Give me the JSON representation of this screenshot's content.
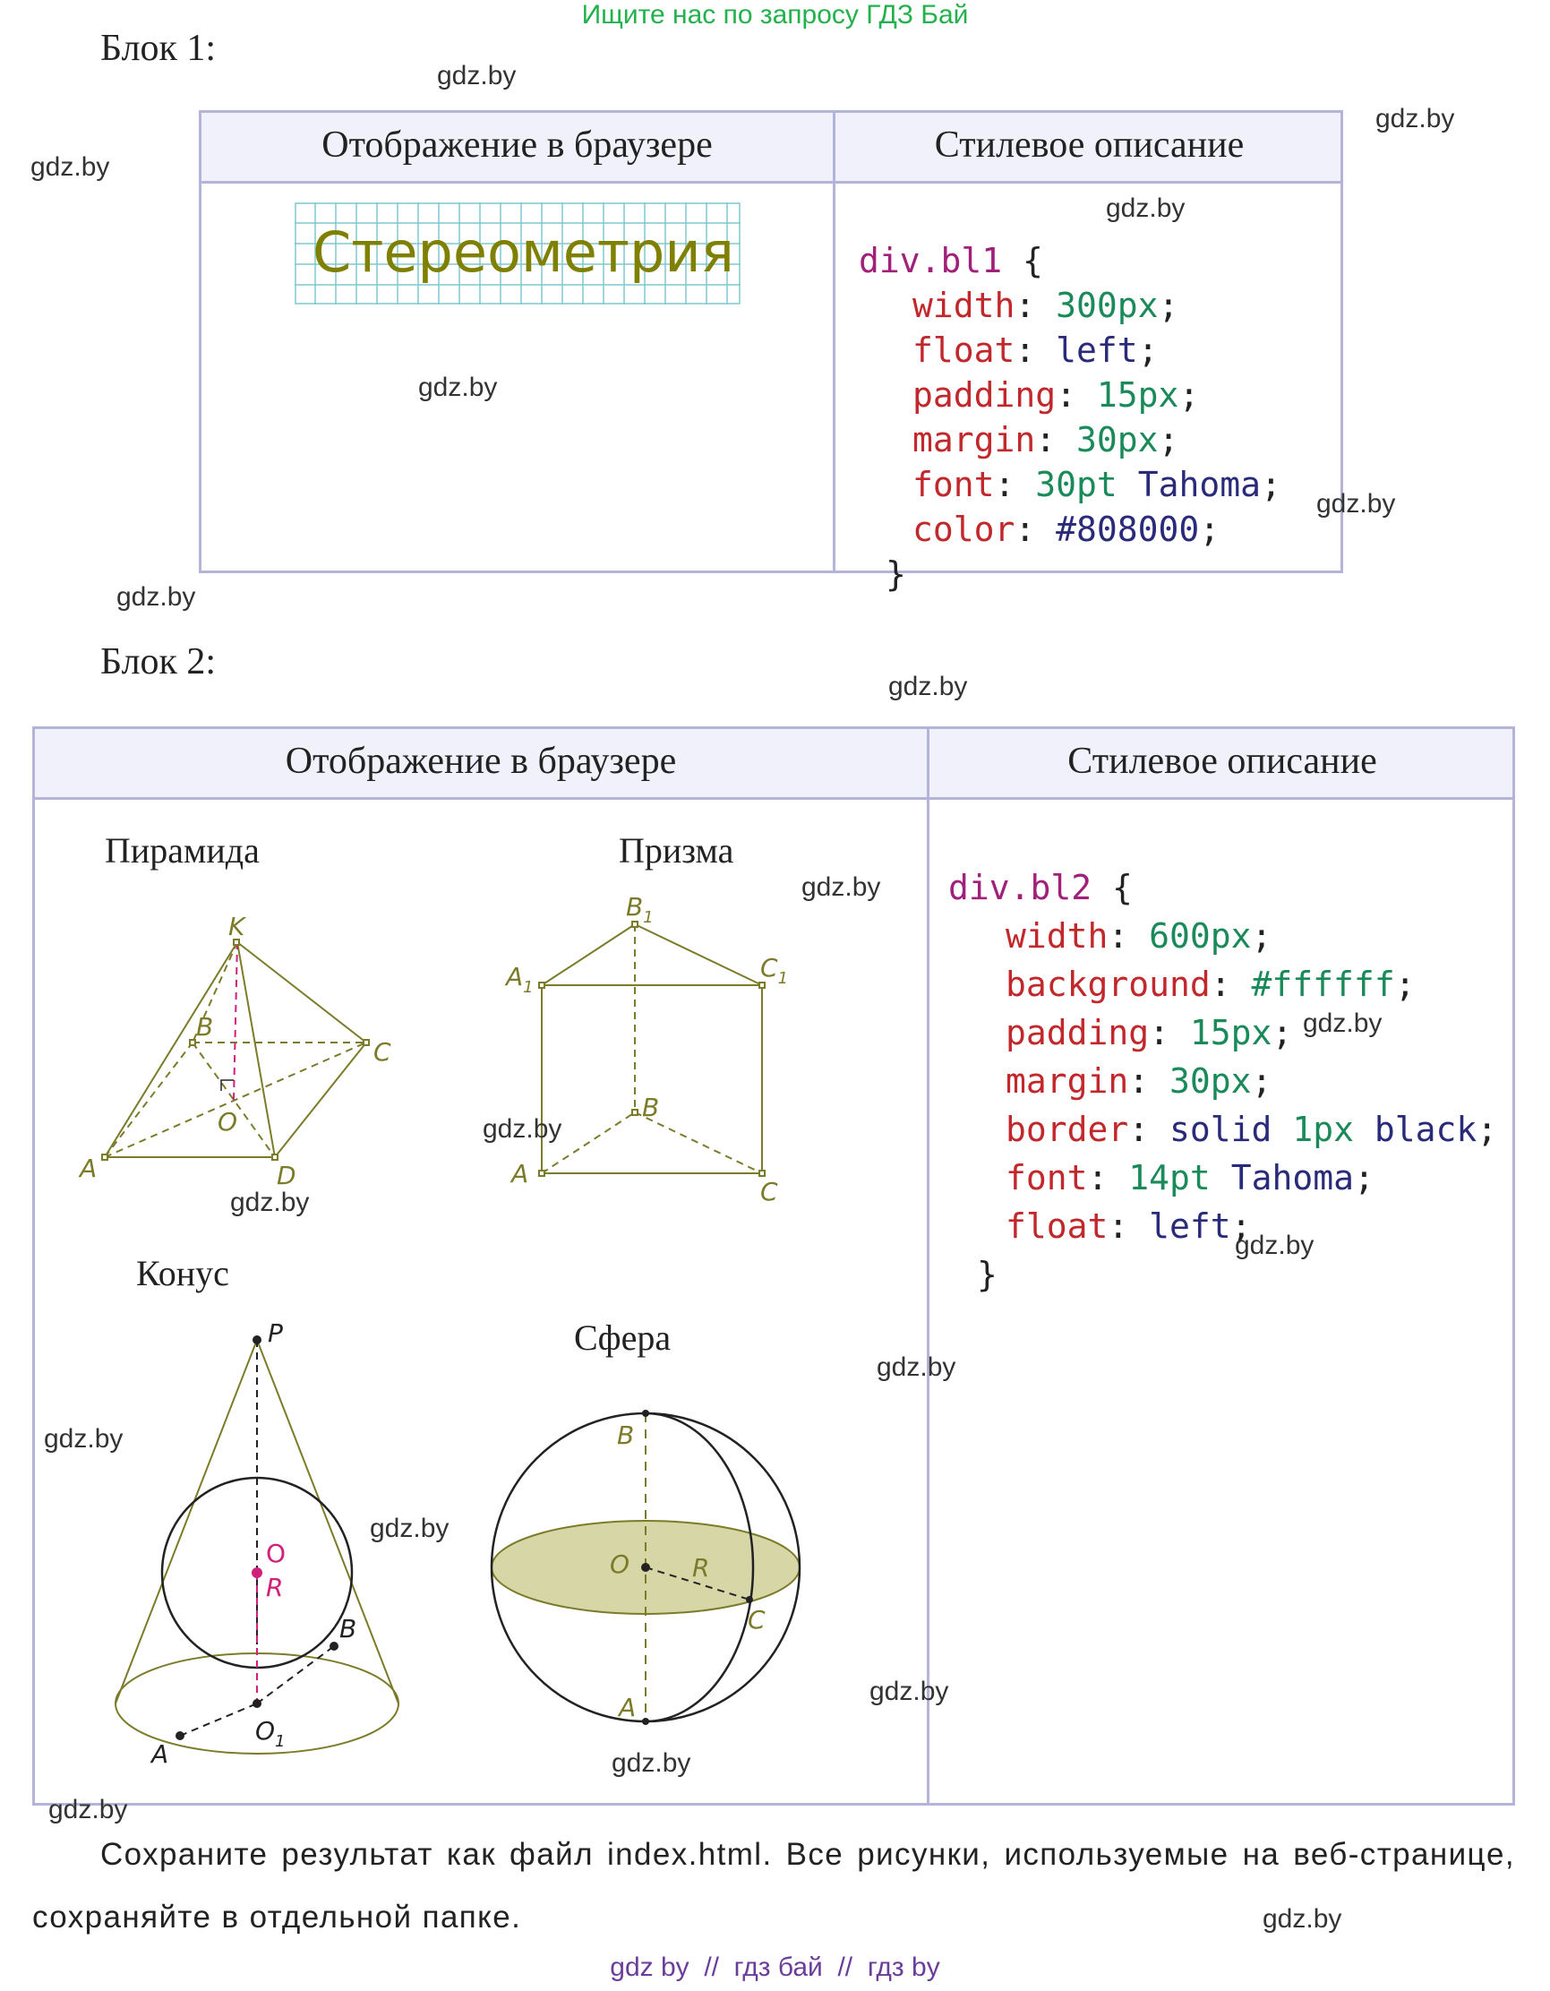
{
  "banner": "Ищите нас по запросу ГДЗ Бай",
  "block1": {
    "title": "Блок 1:",
    "header_left": "Отображение в браузере",
    "header_right": "Стилевое описание",
    "preview_text": "Стереометрия",
    "preview_color": "#808000",
    "code": {
      "selector": "div.bl1",
      "open": "{",
      "close": "}",
      "props": [
        {
          "name": "width",
          "value": "300px"
        },
        {
          "name": "float",
          "value": "left"
        },
        {
          "name": "padding",
          "value": "15px"
        },
        {
          "name": "margin",
          "value": "30px"
        },
        {
          "name": "font",
          "value": "30pt Tahoma"
        },
        {
          "name": "color",
          "value": "#808000"
        }
      ]
    }
  },
  "block2": {
    "title": "Блок 2:",
    "header_left": "Отображение в браузере",
    "header_right": "Стилевое описание",
    "figures": {
      "pyramid": {
        "title": "Пирамида",
        "labels": [
          "K",
          "B",
          "C",
          "O",
          "A",
          "D"
        ]
      },
      "prism": {
        "title": "Призма",
        "labels": [
          "B",
          "1",
          "A",
          "1",
          "C",
          "1",
          "B",
          "A",
          "C"
        ]
      },
      "cone": {
        "title": "Конус",
        "labels": [
          "P",
          "O",
          "R",
          "B",
          "O",
          "1",
          "A"
        ]
      },
      "sphere": {
        "title": "Сфера",
        "labels": [
          "B",
          "O",
          "R",
          "C",
          "A"
        ]
      }
    },
    "code": {
      "selector": "div.bl2",
      "open": "{",
      "close": "}",
      "props": [
        {
          "name": "width",
          "value": "600px"
        },
        {
          "name": "background",
          "value": "#ffffff"
        },
        {
          "name": "padding",
          "value": "15px"
        },
        {
          "name": "margin",
          "value": "30px"
        },
        {
          "name": "border",
          "value": "solid 1px black"
        },
        {
          "name": "font",
          "value": "14pt Tahoma"
        },
        {
          "name": "float",
          "value": "left"
        }
      ]
    }
  },
  "bottom_text": "Сохраните результат как файл index.html. Все рисунки, используемые на веб-страницe, сохраняйте в отдельной папке.",
  "watermark": "gdz.by",
  "footer": "gdz by  //  гдз бай  //  гдз by",
  "colors": {
    "figure_line": "#7b7b2a",
    "label": "#7b7b2a",
    "accent": "#d0207a",
    "table_border": "#b4b4d8",
    "header_bg": "#f1f1fb"
  }
}
